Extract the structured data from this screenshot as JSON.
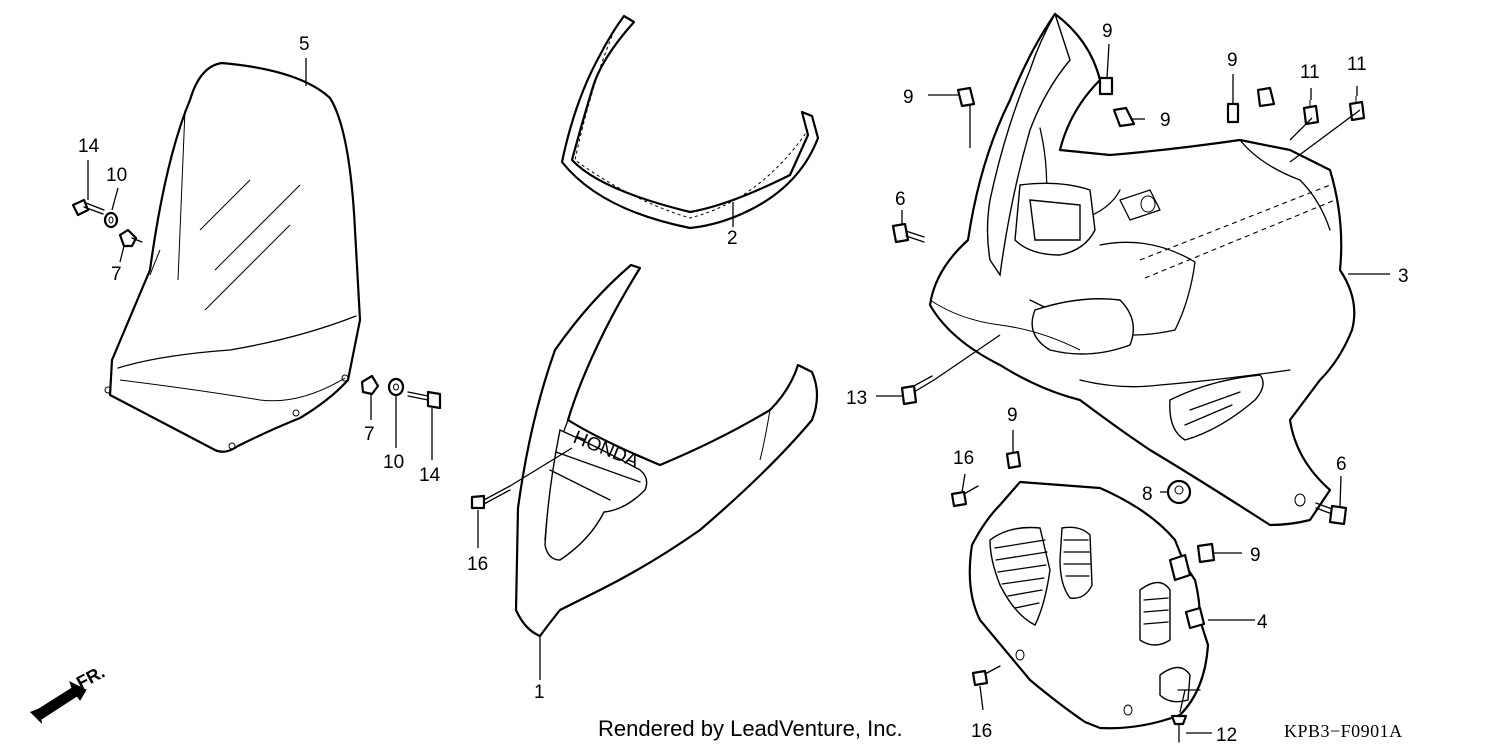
{
  "callouts": {
    "p5": "5",
    "p2": "2",
    "p1": "1",
    "p3": "3",
    "p4": "4",
    "p14a": "14",
    "p10a": "10",
    "p7a": "7",
    "p7b": "7",
    "p10b": "10",
    "p14b": "14",
    "p16a": "16",
    "p16b": "16",
    "p16c": "16",
    "p9a": "9",
    "p9b": "9",
    "p9c": "9",
    "p9d": "9",
    "p9e": "9",
    "p9f": "9",
    "p11a": "11",
    "p11b": "11",
    "p6a": "6",
    "p6b": "6",
    "p13": "13",
    "p8": "8",
    "p12": "12"
  },
  "direction_label": "FR.",
  "credit": "Rendered by LeadVenture, Inc.",
  "diagram_code": "KPB3−F0901A"
}
